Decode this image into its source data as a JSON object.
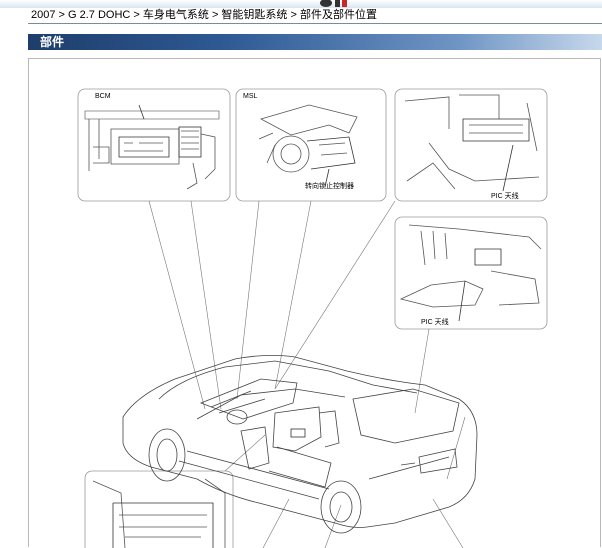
{
  "breadcrumb": "2007 > G 2.7 DOHC > 车身电气系统 > 智能钥匙系统 > 部件及部件位置",
  "section_title": "部件",
  "diagram": {
    "callouts": {
      "bcm": "BCM",
      "msl": "MSL",
      "msl_caption": "转向锁止控制器",
      "pic_antenna_1": "PIC 天线",
      "pic_antenna_2": "PIC 天线"
    }
  },
  "colors": {
    "header_dark": "#1e3d6b",
    "header_light": "#c7d8ec",
    "line": "#555555"
  }
}
